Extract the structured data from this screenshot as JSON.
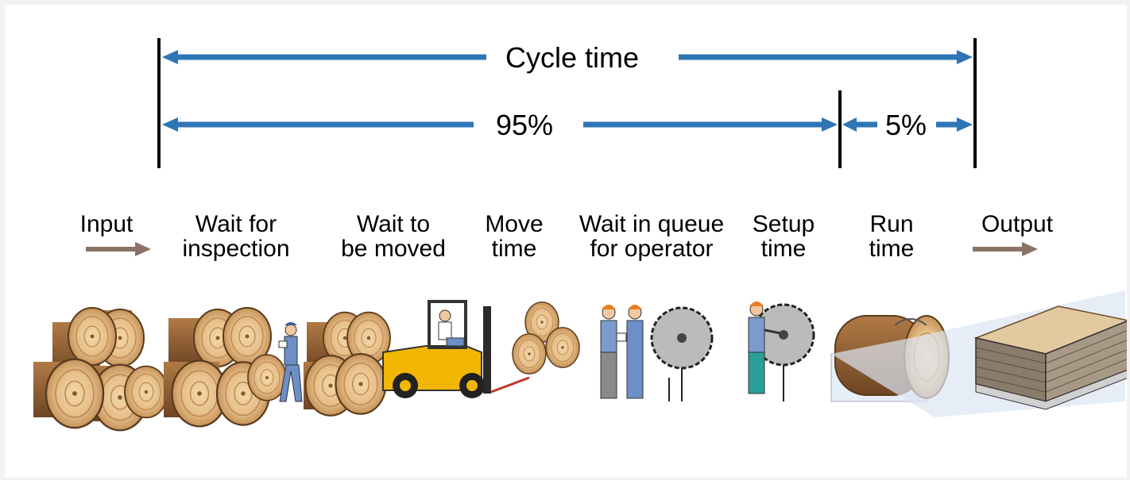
{
  "timeline": {
    "cycle_label": "Cycle time",
    "waiting_label": "95%",
    "run_label": "5%",
    "arrow_color": "#2e75b6",
    "marker_color": "#000000"
  },
  "stages": [
    {
      "line1": "Input",
      "line2": ""
    },
    {
      "line1": "Wait for",
      "line2": "inspection"
    },
    {
      "line1": "Wait to",
      "line2": "be moved"
    },
    {
      "line1": "Move",
      "line2": "time"
    },
    {
      "line1": "Wait in queue",
      "line2": "for operator"
    },
    {
      "line1": "Setup",
      "line2": "time"
    },
    {
      "line1": "Run",
      "line2": "time"
    },
    {
      "line1": "Output",
      "line2": ""
    }
  ],
  "flow_arrow_color": "#8c7266",
  "illustrations": [
    "log-pile-icon",
    "inspector-with-logs-icon",
    "forklift-icon",
    "operators-at-saw-icon",
    "setup-worker-at-saw-icon",
    "log-cutting-icon",
    "lumber-stack-icon"
  ]
}
